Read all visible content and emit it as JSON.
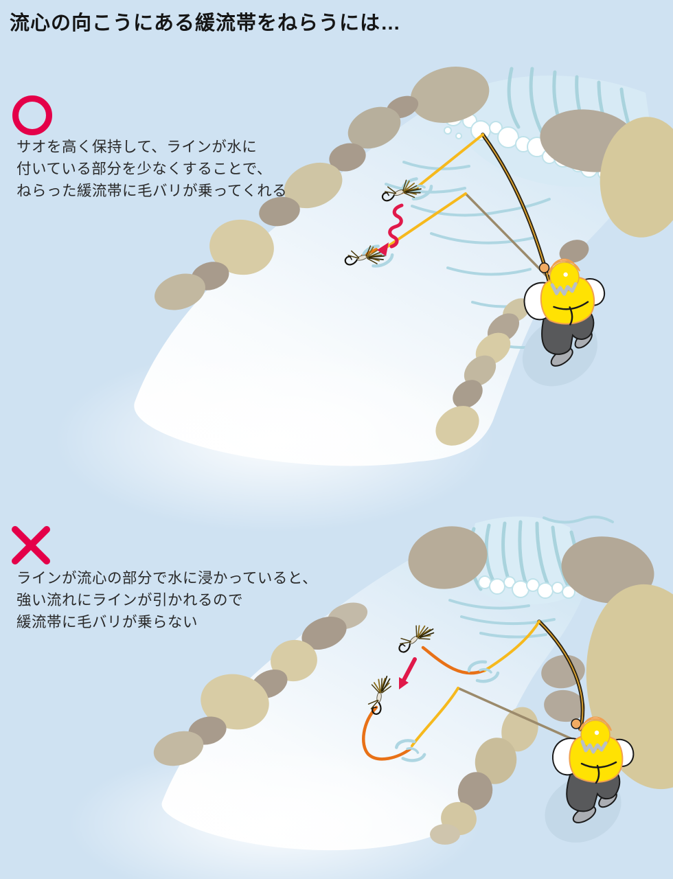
{
  "page": {
    "title": "流心の向こうにある緩流帯をねらうには…",
    "background_color": "#cfe2f2"
  },
  "panels": [
    {
      "id": "correct",
      "mark": "circle",
      "mark_meaning": "good-technique",
      "mark_color": "#e40049",
      "caption_lines": [
        "サオを高く保持して、ラインが水に",
        "付いている部分を少なくすることで、",
        "ねらった緩流帯に毛バリが乗ってくれる"
      ]
    },
    {
      "id": "wrong",
      "mark": "cross",
      "mark_meaning": "bad-technique",
      "mark_color": "#e40049",
      "caption_lines": [
        "ラインが流心の部分で水に浸かっていると、",
        "強い流れにラインが引かれるので",
        "緩流帯に毛バリが乗らない"
      ]
    }
  ],
  "illustration": {
    "scene": "overhead view of a mountain stream: waterfall, main current, slow-water zone, rocks, tenkara angler",
    "colors": {
      "river_highlight": "#ffffff",
      "water_streak": "#aed6e2",
      "rock_tan": "#d8cca5",
      "rock_gray": "#a89b8c",
      "line_yellow": "#f6b91d",
      "tippet_orange": "#ef7d12",
      "rod_black": "#2b2416",
      "rod_previous": "#9b8a6b",
      "arrow_red": "#e0194a",
      "vest_yellow": "#ffe203"
    }
  }
}
